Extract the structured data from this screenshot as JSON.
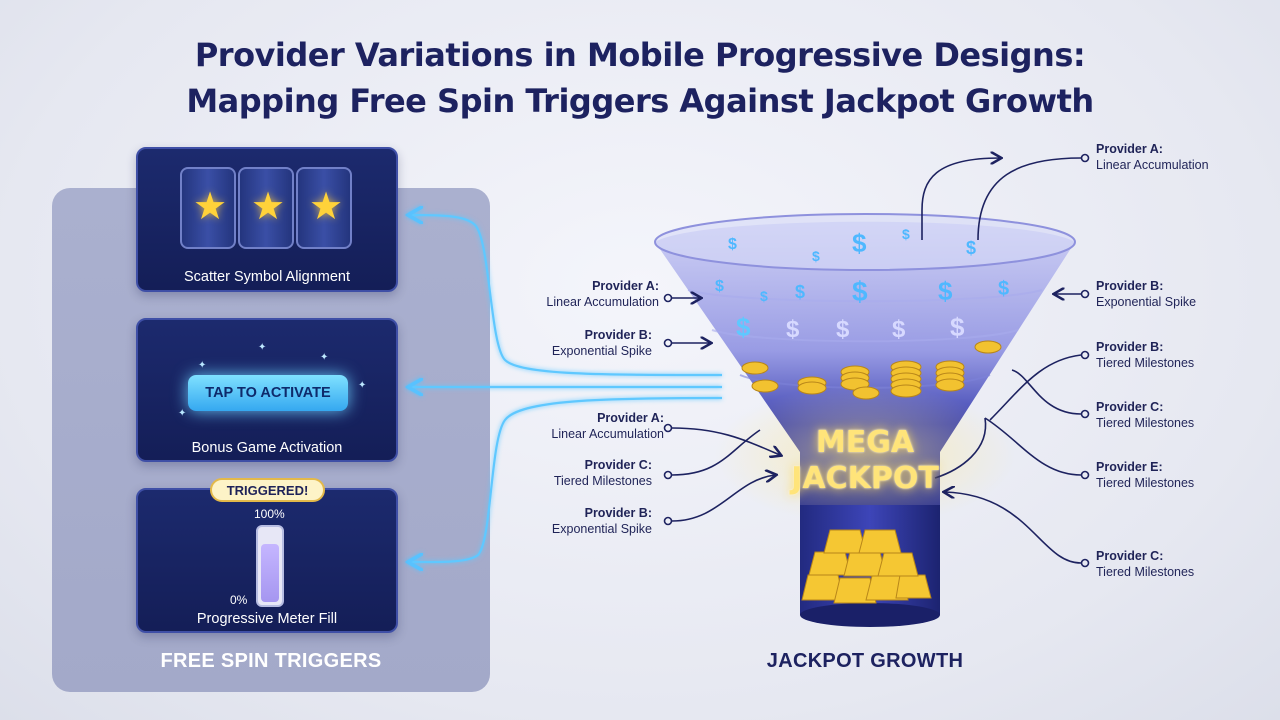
{
  "title": {
    "line1": "Provider Variations in Mobile Progressive Designs:",
    "line2": "Mapping Free Spin Triggers Against Jackpot Growth"
  },
  "left": {
    "heading": "FREE SPIN TRIGGERS",
    "cards": {
      "scatter": {
        "label": "Scatter Symbol Alignment",
        "symbol_icon": "star-icon"
      },
      "bonus": {
        "label": "Bonus Game Activation",
        "button": "TAP TO ACTIVATE"
      },
      "meter": {
        "label": "Progressive Meter Fill",
        "badge": "TRIGGERED!",
        "max": "100%",
        "min": "0%",
        "fill_percent": 78
      }
    }
  },
  "right": {
    "heading": "JACKPOT GROWTH",
    "center_text": {
      "line1": "MEGA",
      "line2": "JACKPOT"
    },
    "currency_symbol": "$",
    "left_labels": [
      {
        "name": "Provider A:",
        "desc": "Linear Accumulation"
      },
      {
        "name": "Provider B:",
        "desc": "Exponential Spike"
      },
      {
        "name": "Provider A:",
        "desc": "Linear Accumulation"
      },
      {
        "name": "Provider C:",
        "desc": "Tiered Milestones"
      },
      {
        "name": "Provider B:",
        "desc": "Exponential Spike"
      }
    ],
    "right_labels": [
      {
        "name": "Provider A:",
        "desc": "Linear Accumulation"
      },
      {
        "name": "Provider B:",
        "desc": "Exponential Spike"
      },
      {
        "name": "Provider B:",
        "desc": "Tiered Milestones"
      },
      {
        "name": "Provider C:",
        "desc": "Tiered Milestones"
      },
      {
        "name": "Provider E:",
        "desc": "Tiered Milestones"
      },
      {
        "name": "Provider C:",
        "desc": "Tiered Milestones"
      }
    ]
  },
  "colors": {
    "navy": "#1d2260",
    "glow_blue": "#5fc8ff",
    "gold": "#f2c230",
    "funnel": "#6c6fd6"
  }
}
